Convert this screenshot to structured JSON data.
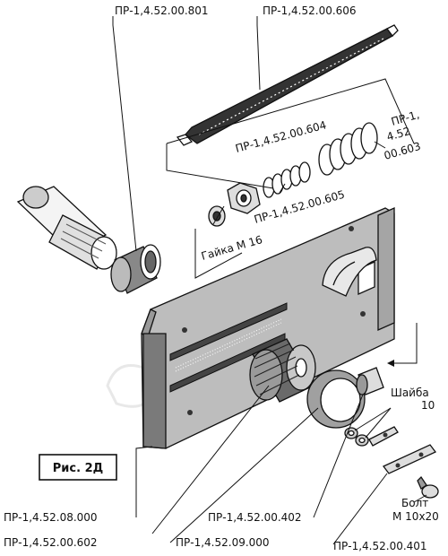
{
  "figure": {
    "label": "Рис. 2Д"
  },
  "callouts": {
    "top_left": "ПР-1,4.52.00.801",
    "top_right": "ПР-1,4.52.00.606",
    "mid_604": "ПР-1,4.52.00.604",
    "right_603_a": "ПР-1,",
    "right_603_b": "4.52",
    "right_603_c": "00.603",
    "mid_605": "ПР-1,4.52.00.605",
    "nut": "Гайка М 16",
    "washer_a": "Шайба",
    "washer_b": "10",
    "bolt_a": "Болт",
    "bolt_b": "М 10х20",
    "bottom_08000": "ПР-1,4.52.08.000",
    "bottom_402": "ПР-1,4.52.00.402",
    "bottom_602": "ПР-1,4.52.00.602",
    "bottom_09000": "ПР-1,4.52.09.000",
    "bottom_401": "ПР-1,4.52.00.401"
  }
}
